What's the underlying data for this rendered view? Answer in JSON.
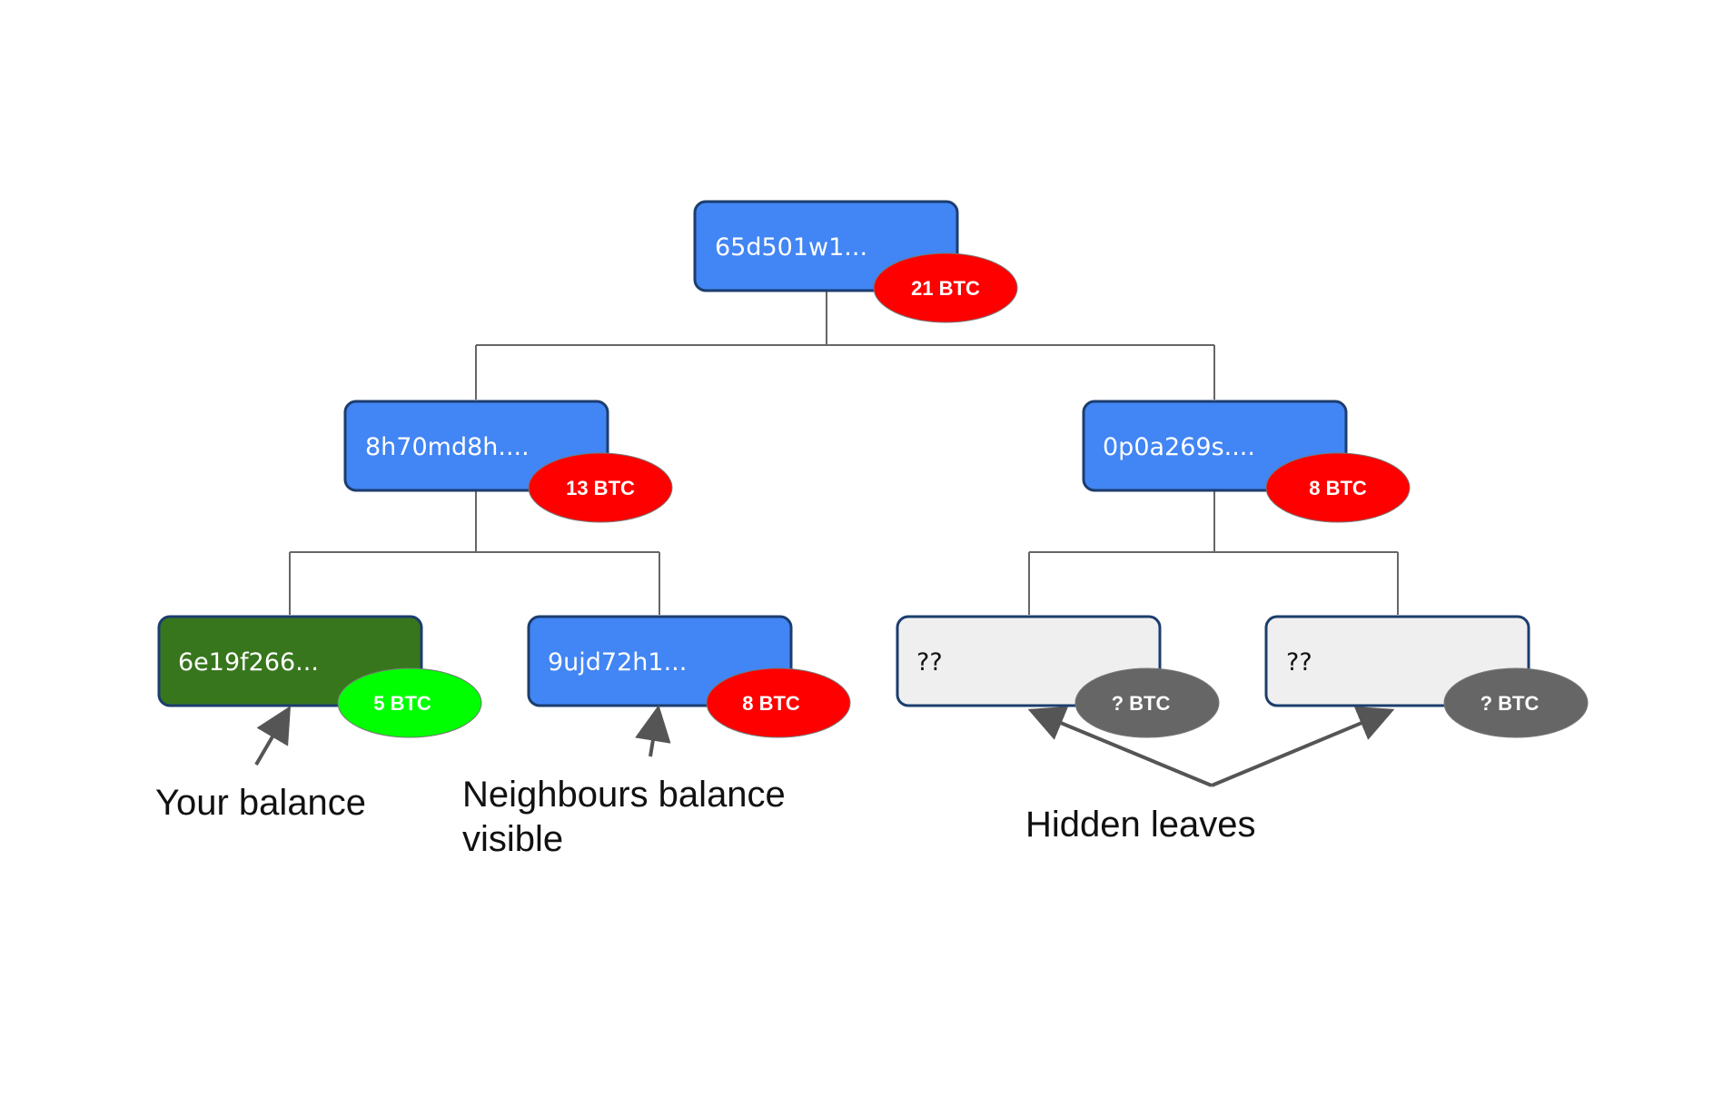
{
  "colors": {
    "node_blue": "#4285f4",
    "node_green": "#38761d",
    "node_hidden": "#efefef",
    "node_border": "#1c3d6e",
    "badge_red": "#ff0000",
    "badge_green": "#00ff00",
    "badge_gray": "#666666",
    "connector": "#666666"
  },
  "tree": {
    "root": {
      "hash": "65d501w1...",
      "balance": "21 BTC"
    },
    "left": {
      "hash": "8h70md8h....",
      "balance": "13 BTC"
    },
    "right": {
      "hash": "0p0a269s....",
      "balance": "8 BTC"
    },
    "leaf_yours": {
      "hash": "6e19f266...",
      "balance": "5 BTC"
    },
    "leaf_neighbour": {
      "hash": "9ujd72h1...",
      "balance": "8 BTC"
    },
    "leaf_hidden_1": {
      "hash": "??",
      "balance": "? BTC"
    },
    "leaf_hidden_2": {
      "hash": "??",
      "balance": "? BTC"
    }
  },
  "annotations": {
    "your_balance": "Your balance",
    "neighbours_line1": "Neighbours balance",
    "neighbours_line2": "visible",
    "hidden_leaves": "Hidden leaves"
  }
}
